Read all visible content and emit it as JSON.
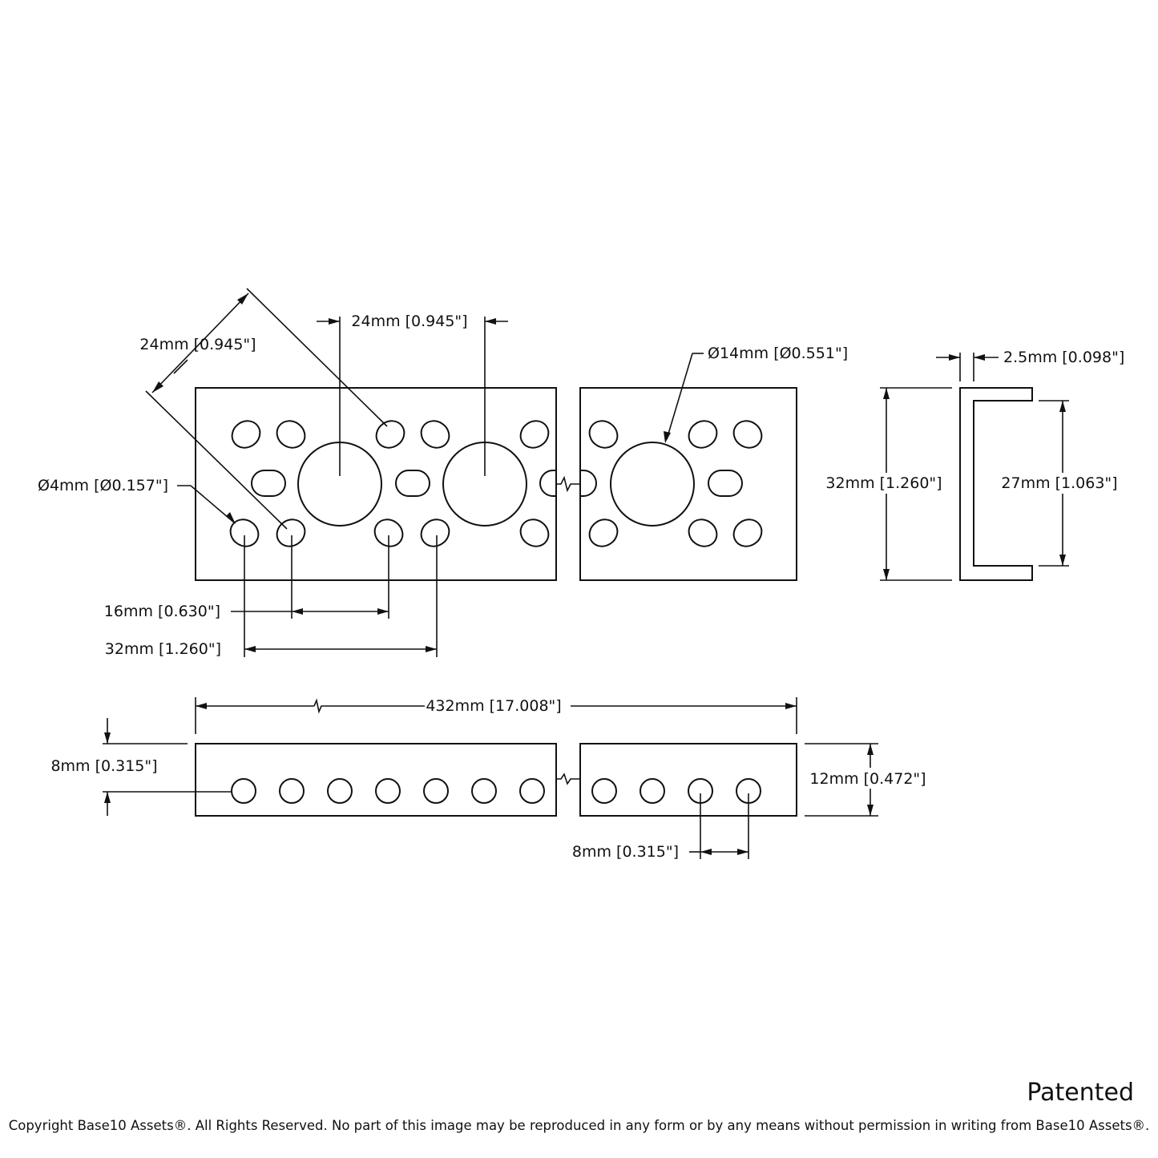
{
  "drawing": {
    "dimensions": {
      "diag_pitch": "24mm [0.945\"]",
      "center_pitch": "24mm [0.945\"]",
      "large_hole_dia": "Ø14mm [Ø0.551\"]",
      "small_hole_dia": "Ø4mm [Ø0.157\"]",
      "pitch_16": "16mm [0.630\"]",
      "pitch_32_h": "32mm [1.260\"]",
      "wall_thickness": "2.5mm [0.098\"]",
      "outer_height": "32mm [1.260\"]",
      "inner_height": "27mm [1.063\"]",
      "overall_length": "432mm [17.008\"]",
      "edge_offset": "8mm [0.315\"]",
      "side_height": "12mm [0.472\"]",
      "side_pitch": "8mm [0.315\"]"
    }
  },
  "footer": {
    "patented": "Patented",
    "copyright": "Copyright Base10 Assets®.  All Rights Reserved. No part of this image may be reproduced in any form or by any means without permission in writing from Base10 Assets®."
  }
}
